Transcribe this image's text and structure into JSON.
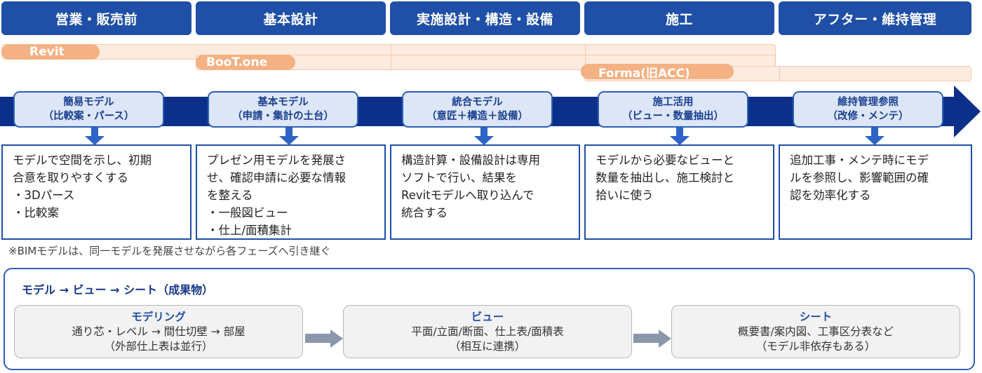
{
  "phases": [
    {
      "label": "営業・販売前"
    },
    {
      "label": "基本設計"
    },
    {
      "label": "実施設計・構造・設備"
    },
    {
      "label": "施工"
    },
    {
      "label": "アフター・維持管理"
    }
  ],
  "tools": {
    "revit": "Revit",
    "bootone": "BooT.one",
    "forma": "Forma(旧ACC)"
  },
  "models": [
    {
      "title": "簡易モデル",
      "subtitle": "（比較案・パース）"
    },
    {
      "title": "基本モデル",
      "subtitle": "（申請・集計の土台）"
    },
    {
      "title": "統合モデル",
      "subtitle": "（意匠＋構造＋設備）"
    },
    {
      "title": "施工活用",
      "subtitle": "（ビュー・数量抽出）"
    },
    {
      "title": "維持管理参照",
      "subtitle": "（改修・メンテ）"
    }
  ],
  "descriptions": [
    {
      "lines": [
        "モデルで空間を示し、初期",
        "合意を取りやすくする",
        "・3Dパース",
        "・比較案"
      ]
    },
    {
      "lines": [
        "プレゼン用モデルを発展さ",
        "せ、確認申請に必要な情報",
        "を整える",
        "・一般図ビュー",
        "・仕上/面積集計"
      ]
    },
    {
      "lines": [
        "構造計算・設備設計は専用",
        "ソフトで行い、結果を",
        "Revitモデルへ取り込んで",
        "統合する"
      ]
    },
    {
      "lines": [
        "モデルから必要なビューと",
        "数量を抽出し、施工検討と",
        "拾いに使う"
      ]
    },
    {
      "lines": [
        "追加工事・メンテ時にモデ",
        "ルを参照し、影響範囲の確",
        "認を効率化する"
      ]
    }
  ],
  "note": "※BIMモデルは、同一モデルを発展させながら各フェーズへ引き継ぐ",
  "flow": {
    "title": "モデル → ビュー → シート（成果物）",
    "steps": [
      {
        "title": "モデリング",
        "line1": "通り芯・レベル → 間仕切壁 → 部屋",
        "line2": "（外部仕上表は並行）"
      },
      {
        "title": "ビュー",
        "line1": "平面/立面/断面、仕上表/面積表",
        "line2": "（相互に連携）"
      },
      {
        "title": "シート",
        "line1": "概要書/案内図、工事区分表など",
        "line2": "（モデル非依存もある）"
      }
    ]
  },
  "colors": {
    "header": "#1f4fa6",
    "arrow": "#0c2f8a",
    "tool_pill": "#f4b183",
    "tool_band": "#fdebdf"
  }
}
